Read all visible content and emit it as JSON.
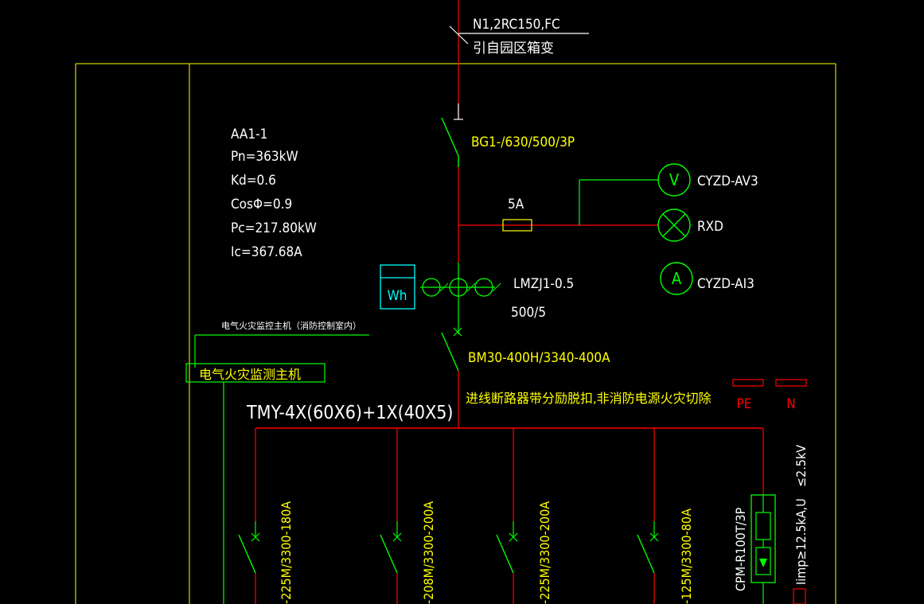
{
  "colors": {
    "background": "#000000",
    "frame": "#ffff00",
    "power_line": "#ff0000",
    "device": "#00ff00",
    "meter": "#00ffff",
    "text_white": "#ffffff",
    "text_yellow": "#ffff00",
    "text_red": "#ff0000"
  },
  "incoming": {
    "cable": "N1,2RC150,FC",
    "source": "引自园区箱变"
  },
  "panel": {
    "id": "AA1-1",
    "pn": "Pn=363kW",
    "kd": "Kd=0.6",
    "cos": "CosΦ=0.9",
    "pc": "Pc=217.80kW",
    "ic": "Ic=367.68A"
  },
  "devices": {
    "isolator": "BG1-/630/500/3P",
    "fuse": "5A",
    "ct": "LMZJ1-0.5",
    "ct_ratio": "500/5",
    "meter": "Wh",
    "main_breaker": "BM30-400H/3340-400A",
    "breaker_note": "进线断路器带分励脱扣,非消防电源火灾切除",
    "busbar": "TMY-4X(60X6)+1X(40X5)"
  },
  "instruments": [
    {
      "symbol": "V",
      "model": "CYZD-AV3"
    },
    {
      "symbol": "",
      "model": "RXD"
    },
    {
      "symbol": "A",
      "model": "CYZD-AI3"
    }
  ],
  "fire_monitor": {
    "note": "电气火灾监控主机（消防控制室内）",
    "box": "电气火灾监测主机"
  },
  "terminals": {
    "pe": "PE",
    "n": "N"
  },
  "branches": [
    {
      "label": "-225M/3300-180A"
    },
    {
      "label": "-208M/3300-200A"
    },
    {
      "label": "-225M/3300-200A"
    },
    {
      "label": "-125M/3300-80A"
    }
  ],
  "spd": {
    "model": "CPM-R100T/3P",
    "up": "≤2.5kV",
    "imp": "Iimp≥12.5kA,U"
  }
}
